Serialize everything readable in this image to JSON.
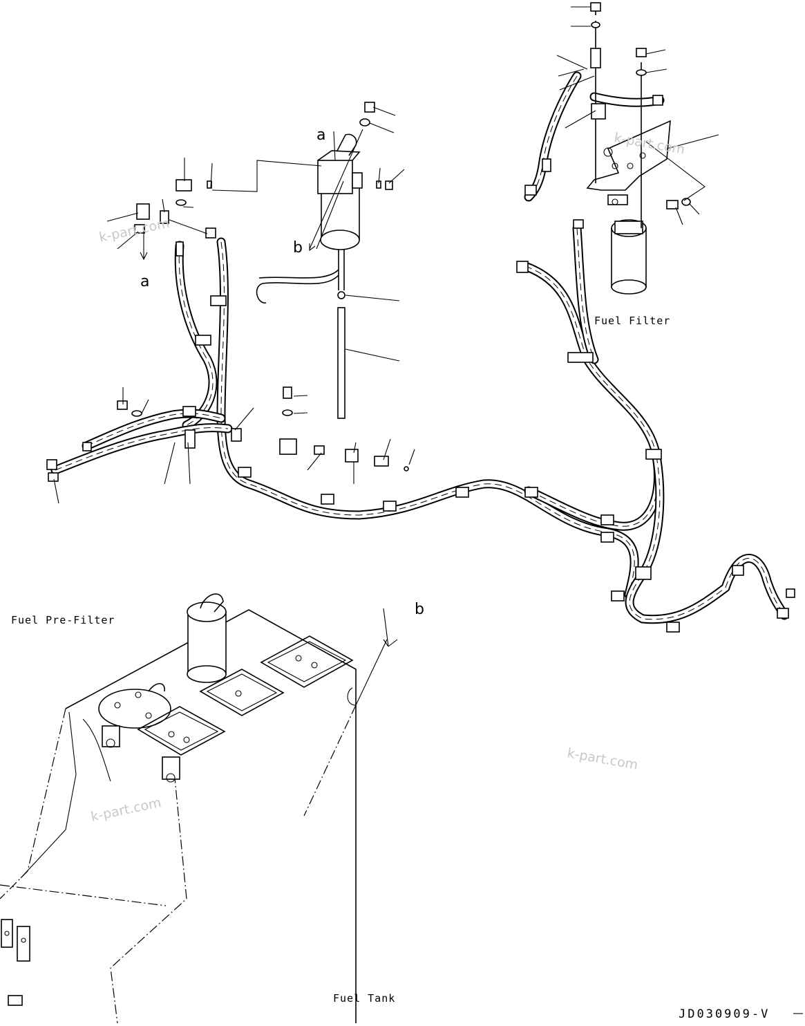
{
  "labels": {
    "fuel_filter": "Fuel Filter",
    "fuel_pre_filter": "Fuel Pre-Filter",
    "fuel_tank": "Fuel Tank"
  },
  "refs": {
    "a_top": "a",
    "a_left": "a",
    "b_center": "b",
    "b_tank": "b"
  },
  "watermarks": [
    "k-part.com",
    "k-part.com",
    "k-part.com",
    "k-part.com"
  ],
  "drawing_code": "JD030909-V"
}
